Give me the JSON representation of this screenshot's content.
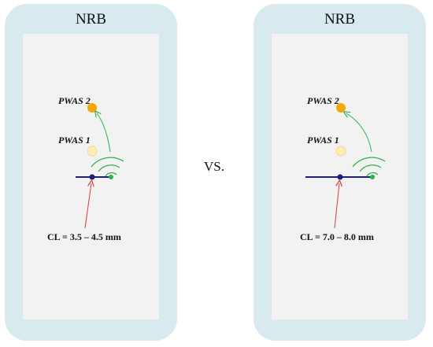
{
  "left_panel": {
    "title": "NRB",
    "pwas2_label": "PWAS 2",
    "pwas1_label": "PWAS 1",
    "cl_label": "CL = 3.5 – 4.5 mm"
  },
  "right_panel": {
    "title": "NRB",
    "pwas2_label": "PWAS 2",
    "pwas1_label": "PWAS 1",
    "cl_label": "CL = 7.0 – 8.0 mm"
  },
  "separator": "VS.",
  "colors": {
    "panel_bg": "#d8eaee",
    "inner_bg": "#f2f2f2",
    "pwas2_fill": "#f5a800",
    "pwas1_fill": "#fdeeb8",
    "wave": "#2db24a",
    "crack_line": "#1b1f7a",
    "arrow_red": "#d9393f"
  }
}
